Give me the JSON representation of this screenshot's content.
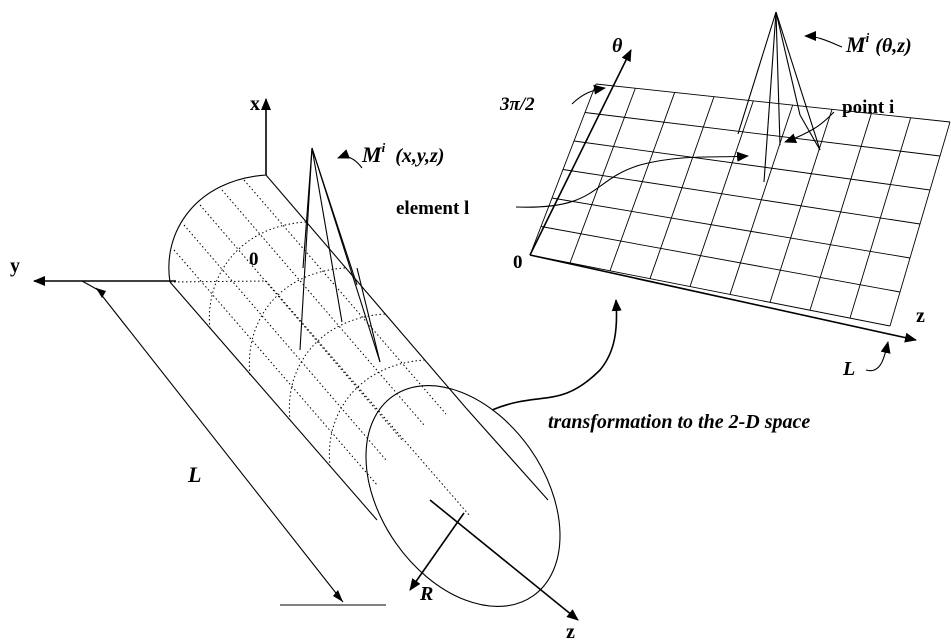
{
  "cylinder": {
    "axis_x": "x",
    "axis_y": "y",
    "axis_z": "z",
    "origin": "0",
    "length": "L",
    "radius": "R",
    "node_symbol": "M",
    "node_superscript": "i",
    "node_args": "(x,y,z)"
  },
  "plane": {
    "axis_theta": "θ",
    "axis_z": "z",
    "origin": "0",
    "theta_max": "3π/2",
    "length": "L",
    "node_symbol": "M",
    "node_superscript": "i",
    "node_args": "(θ,z)",
    "point_label": "point i",
    "element_label": "element l"
  },
  "caption": "transformation to the 2-D space"
}
